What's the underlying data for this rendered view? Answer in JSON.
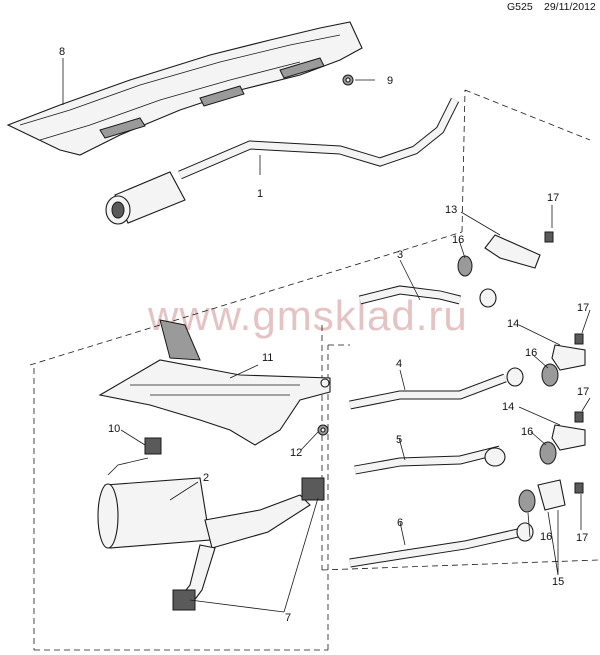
{
  "header": {
    "code": "G525",
    "date": "29/11/2012"
  },
  "watermark": "www.gmsklad.ru",
  "callouts": {
    "c1": "1",
    "c2": "2",
    "c3": "3",
    "c4": "4",
    "c5": "5",
    "c6": "6",
    "c7": "7",
    "c8": "8",
    "c9": "9",
    "c10": "10",
    "c11": "11",
    "c12": "12",
    "c13": "13",
    "c14a": "14",
    "c14b": "14",
    "c15": "15",
    "c16a": "16",
    "c16b": "16",
    "c16c": "16",
    "c16d": "16",
    "c17a": "17",
    "c17b": "17",
    "c17c": "17",
    "c17d": "17"
  }
}
